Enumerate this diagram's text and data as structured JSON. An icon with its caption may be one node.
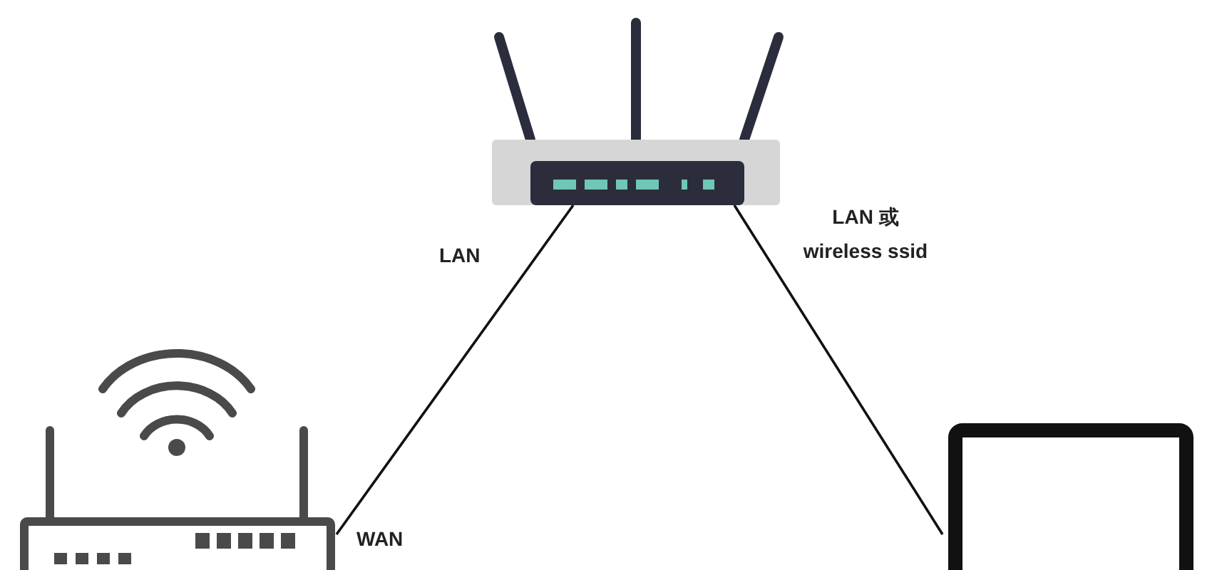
{
  "diagram": {
    "nodes": [
      {
        "text": [],
        "shape": "picture"
      },
      {
        "text": [],
        "shape": "picture"
      },
      {
        "text": [],
        "shape": "box"
      }
    ],
    "edges": [
      {
        "from": 1,
        "to": 0,
        "arrow": "none"
      },
      {
        "from": 0,
        "to": 2,
        "arrow": "none"
      }
    ],
    "labels": [
      "LAN 或 wireless ssid",
      "LAN",
      "WAN"
    ]
  }
}
